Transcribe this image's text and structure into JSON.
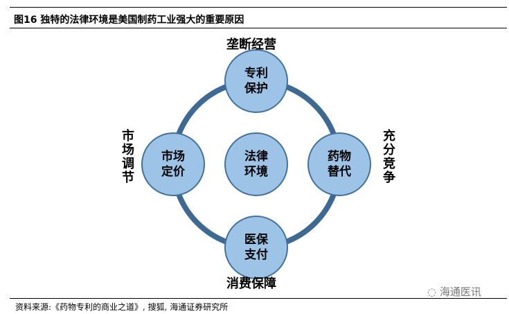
{
  "title": "图16 独特的法律环境是美国制药工业强大的重要原因",
  "center": {
    "line1": "法律",
    "line2": "环境"
  },
  "nodes": {
    "top": {
      "line1": "专利",
      "line2": "保护"
    },
    "left": {
      "line1": "市场",
      "line2": "定价"
    },
    "right": {
      "line1": "药物",
      "line2": "替代"
    },
    "bottom": {
      "line1": "医保",
      "line2": "支付"
    }
  },
  "outer_labels": {
    "top": "垄断经营",
    "left": "市场调节",
    "right": "充分竞争",
    "bottom": "消费保障"
  },
  "watermark": "海通医讯",
  "source": "资料来源:《药物专利的商业之道》, 搜狐, 海通证券研究所",
  "colors": {
    "fill": "#9dc3e6",
    "stroke": "#41719c",
    "ring": "#3e6993"
  }
}
